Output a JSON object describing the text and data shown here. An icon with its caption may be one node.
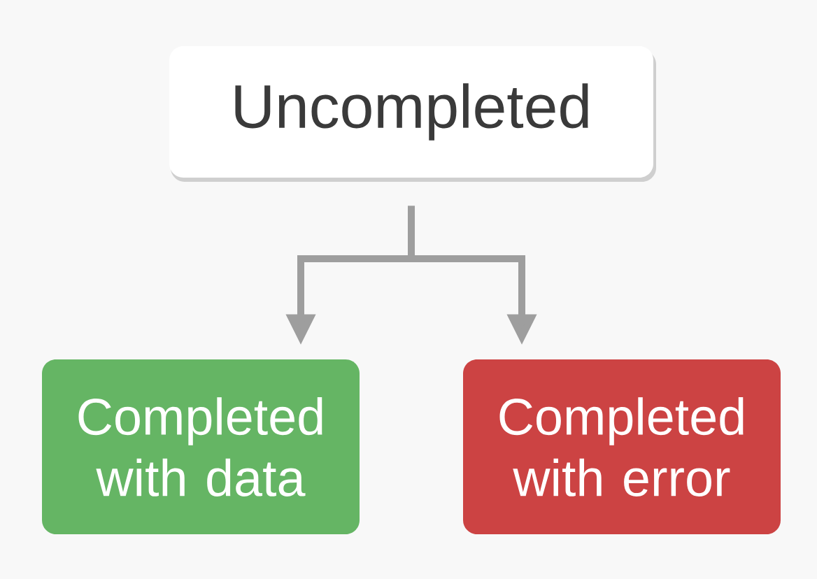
{
  "diagram": {
    "nodes": [
      {
        "text": [
          "Uncompleted"
        ]
      },
      {
        "text": [
          "Completed with data"
        ]
      },
      {
        "text": [
          "Completed with error"
        ]
      }
    ],
    "edges": [
      {
        "from": 0,
        "to": 1,
        "arrow": "to"
      },
      {
        "from": 0,
        "to": 2,
        "arrow": "to"
      }
    ]
  }
}
